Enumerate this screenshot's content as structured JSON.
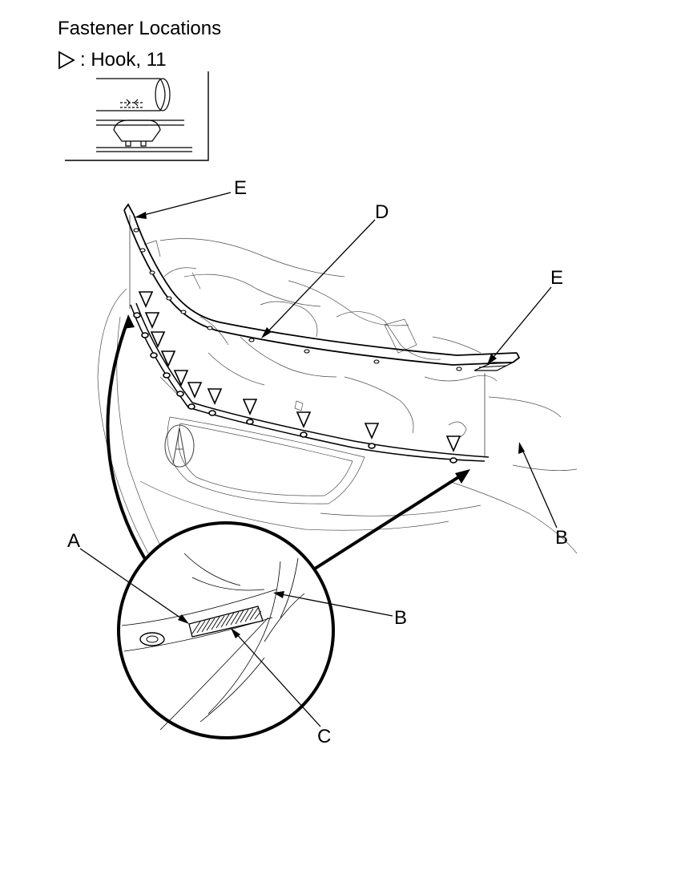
{
  "title": "Fastener Locations",
  "legend": {
    "symbol": "hook-triangle-icon",
    "text": ": Hook, 11"
  },
  "callouts": {
    "a": "A",
    "b": "B",
    "c": "C",
    "d": "D",
    "e": "E"
  }
}
